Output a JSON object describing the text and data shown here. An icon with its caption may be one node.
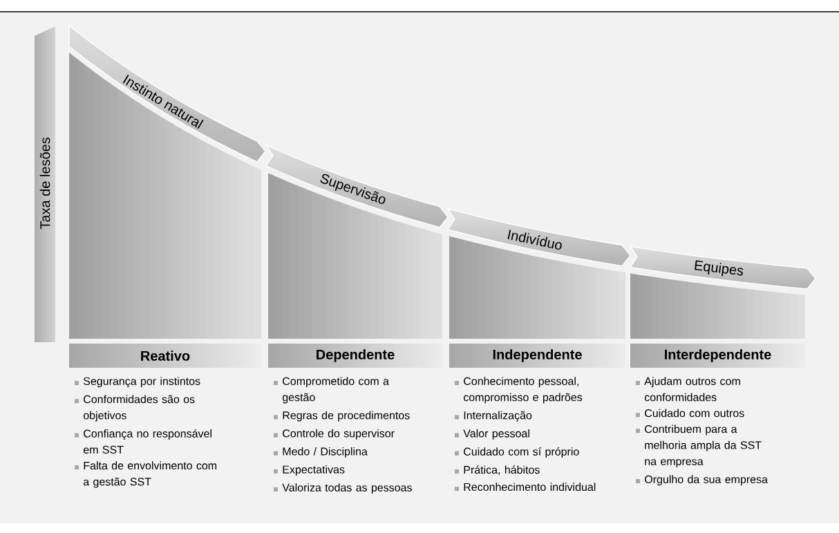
{
  "diagram": {
    "nodes": [
      {
        "text": [
          "Taxa de lesões"
        ]
      },
      {
        "text": [
          "Instinto natural"
        ]
      },
      {
        "text": [
          "Supervisão"
        ]
      },
      {
        "text": [
          "Indivíduo"
        ]
      },
      {
        "text": [
          "Equipes"
        ]
      },
      {
        "text": [
          "Reativo"
        ],
        "beside": [
          "Segurança por instintos",
          "Conformidades são os objetivos",
          "Confiança no responsável em SST",
          "Falta de envolvimento com a gestão SST"
        ]
      },
      {
        "text": [
          "Dependente"
        ],
        "beside": [
          "Comprometido com a gestão",
          "Regras de procedimentos",
          "Controle do supervisor",
          "Medo / Disciplina",
          "Expectativas",
          "Valoriza todas as pessoas"
        ]
      },
      {
        "text": [
          "Independente"
        ],
        "beside": [
          "Conhecimento pessoal, compromisso e padrões",
          "Internalização",
          "Valor pessoal",
          "Cuidado com sí próprio",
          "Prática, hábitos",
          "Reconhecimento individual"
        ]
      },
      {
        "text": [
          "Interdependente"
        ],
        "beside": [
          "Ajudam outros com conformidades",
          "Cuidado com outros",
          "Contribuem para a melhoria ampla da SST na empresa",
          "Orgulho da sua empresa"
        ]
      },
      {
        "text": [],
        "shape": "box"
      },
      {
        "text": [],
        "shape": "box"
      },
      {
        "text": [],
        "shape": "box"
      },
      {
        "text": [],
        "shape": "box"
      }
    ]
  }
}
